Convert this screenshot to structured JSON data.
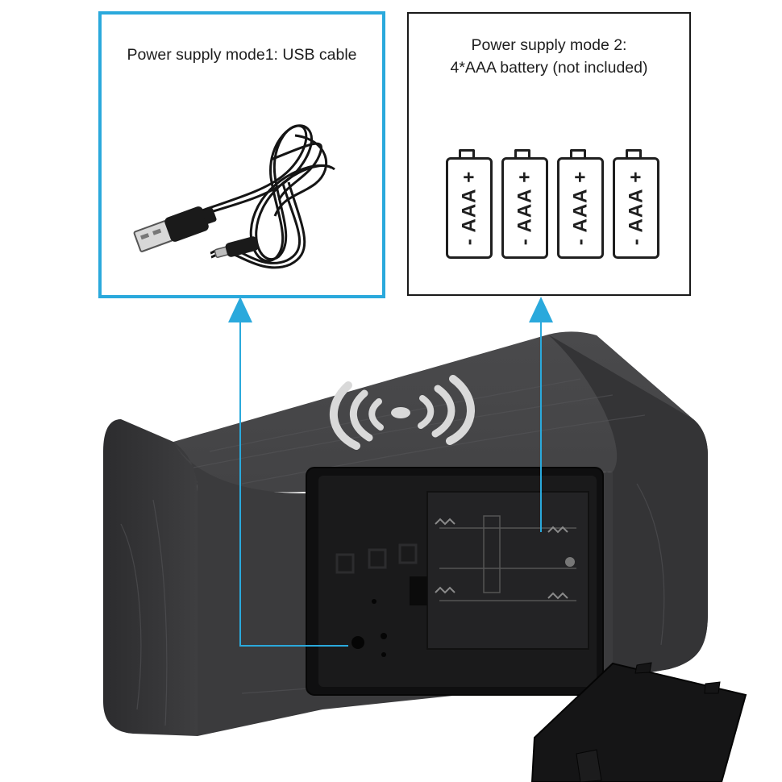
{
  "usb_panel": {
    "caption": "Power supply mode1: USB cable",
    "icons": [
      "usb-cable-icon"
    ]
  },
  "battery_panel": {
    "caption_line1": "Power supply mode 2:",
    "caption_line2": "4*AAA battery (not included)",
    "batteries": [
      {
        "label": "- AAA +"
      },
      {
        "label": "- AAA +"
      },
      {
        "label": "- AAA +"
      },
      {
        "label": "- AAA +"
      }
    ]
  },
  "colors": {
    "accent_blue": "#2aa9dc",
    "clock_wood": "#3a3a3c",
    "text_dark": "#1e1e1e"
  },
  "icons": [
    "wireless-charging-icon",
    "usb-cable-icon",
    "battery-icon",
    "arrow-up-icon"
  ]
}
